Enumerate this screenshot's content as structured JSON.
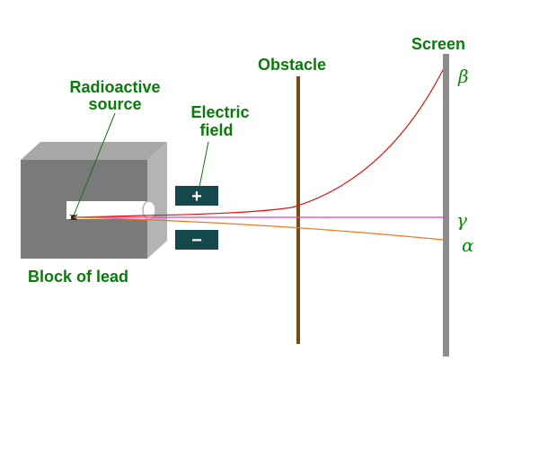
{
  "labels": {
    "screen": "Screen",
    "obstacle": "Obstacle",
    "source_line1": "Radioactive",
    "source_line2": "source",
    "field_line1": "Electric",
    "field_line2": "field",
    "lead": "Block of lead",
    "plus": "+",
    "minus": "−",
    "beta": "β",
    "gamma": "γ",
    "alpha": "α"
  },
  "colors": {
    "label_text": "#0a7a0a",
    "greek_text": "#0a8a0a",
    "lead_front": "#7a7a7a",
    "lead_top": "#a8a8a8",
    "lead_side": "#b4b4b4",
    "plate": "#15484a",
    "obstacle": "#7a4a12",
    "screen": "#8c8c8c",
    "beta_path": "#e01010",
    "gamma_path": "#e040c0",
    "alpha_path": "#f07820",
    "pointer": "#1c6b1c"
  }
}
